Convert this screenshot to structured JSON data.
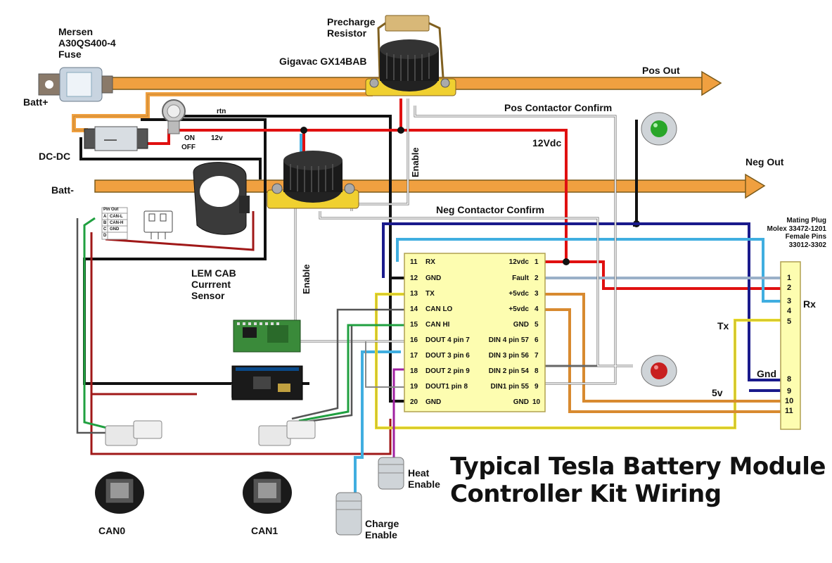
{
  "title": {
    "line1": "Typical Tesla Battery Module",
    "line2": "Controller Kit Wiring"
  },
  "labels": {
    "fuse": [
      "Mersen",
      "A30QS400-4",
      "Fuse"
    ],
    "precharge": [
      "Precharge",
      "Resistor"
    ],
    "contactor": "Gigavac GX14BAB",
    "pos_out": "Pos Out",
    "neg_out": "Neg Out",
    "batt_pos": "Batt+",
    "batt_neg": "Batt-",
    "dcdc": "DC-DC",
    "rtn": "rtn",
    "twelve_v": "12v",
    "on": "ON",
    "off": "OFF",
    "twelve_vdc": "12Vdc",
    "pos_confirm": "Pos Contactor Confirm",
    "neg_confirm": "Neg Contactor Confirm",
    "enable": "Enable",
    "lem": [
      "LEM CAB",
      "Currrent",
      "Sensor"
    ],
    "mating_plug": [
      "Mating Plug",
      "Molex 33472-1201",
      "Female Pins",
      "33012-3302"
    ],
    "rx": "Rx",
    "tx": "Tx",
    "gnd": "Gnd",
    "five_v": "5v",
    "heat_enable": [
      "Heat",
      "Enable"
    ],
    "charge_enable": [
      "Charge",
      "Enable"
    ],
    "can0": "CAN0",
    "can1": "CAN1",
    "pinout_title": "Pin Out",
    "pinout_rows": [
      {
        "pin": "A",
        "name": "CAN-L"
      },
      {
        "pin": "B",
        "name": "CAN-H"
      },
      {
        "pin": "C",
        "name": "GND"
      },
      {
        "pin": "D",
        "name": ""
      }
    ]
  },
  "controller_pins": {
    "left": [
      {
        "num": "11",
        "name": "RX"
      },
      {
        "num": "12",
        "name": "GND"
      },
      {
        "num": "13",
        "name": "TX"
      },
      {
        "num": "14",
        "name": "CAN LO"
      },
      {
        "num": "15",
        "name": "CAN HI"
      },
      {
        "num": "16",
        "name": "DOUT 4 pin 7"
      },
      {
        "num": "17",
        "name": "DOUT 3 pin 6"
      },
      {
        "num": "18",
        "name": "DOUT 2 pin 9"
      },
      {
        "num": "19",
        "name": "DOUT1  pin 8"
      },
      {
        "num": "20",
        "name": "GND"
      }
    ],
    "right": [
      {
        "num": "1",
        "name": "12vdc"
      },
      {
        "num": "2",
        "name": "Fault"
      },
      {
        "num": "3",
        "name": "+5vdc"
      },
      {
        "num": "4",
        "name": "+5vdc"
      },
      {
        "num": "5",
        "name": "GND"
      },
      {
        "num": "6",
        "name": "DIN 4 pin 57"
      },
      {
        "num": "7",
        "name": "DIN 3 pin 56"
      },
      {
        "num": "8",
        "name": "DIN 2 pin 54"
      },
      {
        "num": "9",
        "name": "DIN1 pin 55"
      },
      {
        "num": "10",
        "name": "GND"
      }
    ]
  },
  "mating_pins": [
    "1",
    "2",
    "3",
    "4",
    "5",
    "8",
    "9",
    "10",
    "11"
  ],
  "colors": {
    "bus": "#f0a040",
    "red": "#e01010",
    "navy": "#1a1a8c",
    "lightblue": "#40aee0",
    "yellow": "#f0e020",
    "panel": "#fdfdb0",
    "orange_wire": "#d88a30",
    "green": "#20a040",
    "purple": "#a020a0",
    "brown": "#a01818"
  }
}
